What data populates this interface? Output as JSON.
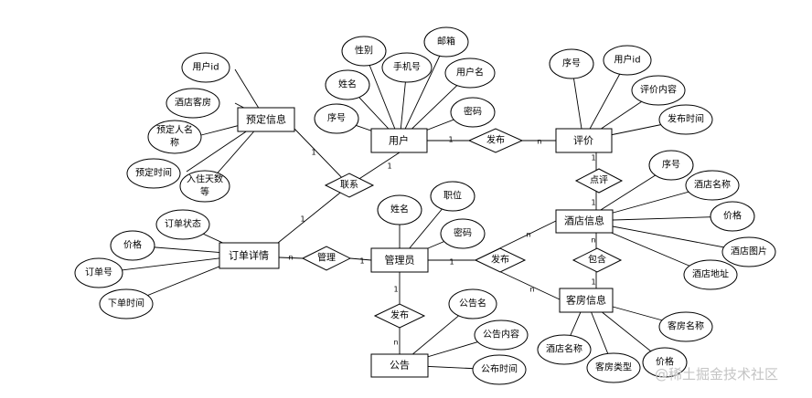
{
  "entities": {
    "yonghu": "用户",
    "pingjia": "评价",
    "yudingxinxi": "预定信息",
    "jiudianxinxi": "酒店信息",
    "guanliyuan": "管理员",
    "dingdanxiangqing": "订单详情",
    "kefangxinxi": "客房信息",
    "gonggao": "公告"
  },
  "relationships": {
    "fabu_user_review": "发布",
    "lianxi": "联系",
    "dianping": "点评",
    "guanli": "管理",
    "fabu_admin_hotel": "发布",
    "baohan": "包含",
    "fabu_admin_notice": "发布"
  },
  "attributes": {
    "yd_yonghuid": "用户id",
    "yd_jiudiankefang": "酒店客房",
    "yd_yudingrenmingcheng": [
      "预定人名",
      "称"
    ],
    "yd_yudingshijian": "预定时间",
    "yd_ruzhutianshu": [
      "入住天数",
      "等"
    ],
    "yh_xingbie": "性别",
    "yh_youxiang": "邮箱",
    "yh_xingming": "姓名",
    "yh_shoujihao": "手机号",
    "yh_yonghuming": "用户名",
    "yh_xuhao": "序号",
    "yh_mima": "密码",
    "pj_xuhao": "序号",
    "pj_yonghuid": "用户id",
    "pj_pingjianeirong": "评价内容",
    "pj_fabushijian": "发布时间",
    "jd_xuhao": "序号",
    "jd_jiudianmingcheng": "酒店名称",
    "jd_jiage": "价格",
    "jd_jiudiantupian": "酒店图片",
    "jd_jiudiandizhi": "酒店地址",
    "gl_xingming": "姓名",
    "gl_zhiwei": "职位",
    "gl_mima": "密码",
    "dd_dingdanzhuangtai": "订单状态",
    "dd_jiage": "价格",
    "dd_dingdanhao": "订单号",
    "dd_xiadanshijian": "下单时间",
    "gg_gonggaoming": "公告名",
    "gg_gonggaoneirong": "公告内容",
    "gg_gongbushijian": "公布时间",
    "kf_kefangmingcheng": "客房名称",
    "kf_jiudianmingcheng": "酒店名称",
    "kf_kefangleixing": "客房类型",
    "kf_jiage": "价格"
  },
  "cardinalities": {
    "c_yh_fabu": "1",
    "c_fabu_pj": "n",
    "c_yd_lianxi": "1",
    "c_lianxi_yh": "1",
    "c_lianxi_dd": "1",
    "c_pj_dianping": "1",
    "c_dianping_jd": "1",
    "c_dd_guanli": "n",
    "c_guanli_gly": "1",
    "c_gly_fabu2": "1",
    "c_fabu2_jd": "n",
    "c_fabu2_kf": "n",
    "c_jd_baohan": "n",
    "c_baohan_kf": "1",
    "c_gly_fabu3": "1",
    "c_fabu3_gg": "n"
  },
  "watermark": "@稀土掘金技术社区"
}
